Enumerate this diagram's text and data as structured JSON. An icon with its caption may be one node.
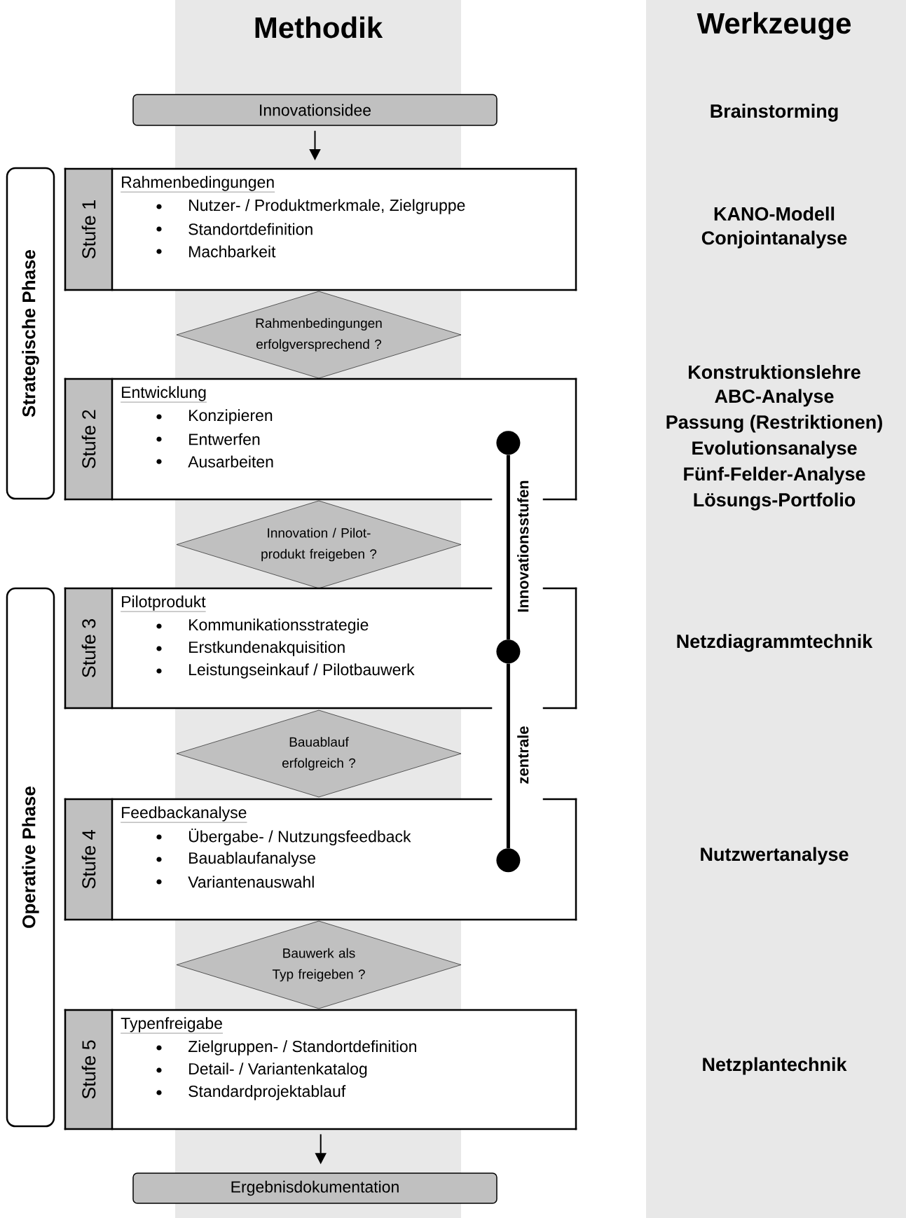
{
  "diagram": {
    "nodes": [
      {
        "text": [
          "Innovationsidee"
        ]
      },
      {
        "text": [
          "Strategische Phase"
        ]
      },
      {
        "text": [
          "Stufe 1",
          "Rahmenbedingungen",
          "Nutzer- / Produktmerkmale, Zielgruppe",
          "Standortdefinition",
          "Machbarkeit"
        ]
      },
      {
        "text": [
          "Rahmenbedingungen erfolgversprechend ?"
        ]
      },
      {
        "text": [
          "Stufe 2",
          "Entwicklung",
          "Konzipieren",
          "Entwerfen",
          "Ausarbeiten"
        ]
      },
      {
        "text": [
          "Innovation / Pilot- produkt freigeben ?"
        ]
      },
      {
        "text": [
          "Operative Phase"
        ]
      },
      {
        "text": [
          "Stufe 3",
          "Pilotprodukt",
          "Kommunikationsstrategie",
          "Erstkundenakquisition",
          "Leistungseinkauf / Pilotbauwerk"
        ]
      },
      {
        "text": [
          "Bauablauf erfolgreich ?"
        ]
      },
      {
        "text": [
          "Stufe 4",
          "Feedbackanalyse",
          "Übergabe- / Nutzungsfeedback",
          "Bauablaufanalyse",
          "Variantenauswahl"
        ]
      },
      {
        "text": [
          "Bauwerk als Typ freigeben ?"
        ]
      },
      {
        "text": [
          "Stufe 5",
          "Typenfreigabe",
          "Zielgruppen- / Standortdefinition",
          "Detail- / Variantenkatalog",
          "Standardprojektablauf"
        ]
      },
      {
        "text": [
          "Ergebnisdokumentation"
        ]
      },
      {
        "text": [],
        "shape": "circle",
        "in": 4
      },
      {
        "text": [],
        "shape": "circle",
        "in": 7
      },
      {
        "text": [],
        "shape": "circle",
        "in": 9
      }
    ],
    "edges": [
      {
        "from": 0,
        "to": 2,
        "arrow": "to"
      },
      {
        "from": 11,
        "to": 12,
        "arrow": "to"
      },
      {
        "from": 13,
        "to": 14,
        "arrow": "none",
        "label": "Innovationsstufen",
        "style": "thick"
      },
      {
        "from": 14,
        "to": 15,
        "arrow": "none",
        "label": "zentrale",
        "style": "thick"
      }
    ],
    "labels": [
      "Methodik",
      "Werkzeuge",
      "Brainstorming",
      "KANO-Modell",
      "Conjointanalyse",
      "Konstruktionslehre",
      "ABC-Analyse",
      "Passung (Restriktionen)",
      "Evolutionsanalyse",
      "Fünf-Felder-Analyse",
      "Lösungs-Portfolio",
      "Netzdiagrammtechnik",
      "Nutzwertanalyse",
      "Netzplantechnik"
    ]
  }
}
